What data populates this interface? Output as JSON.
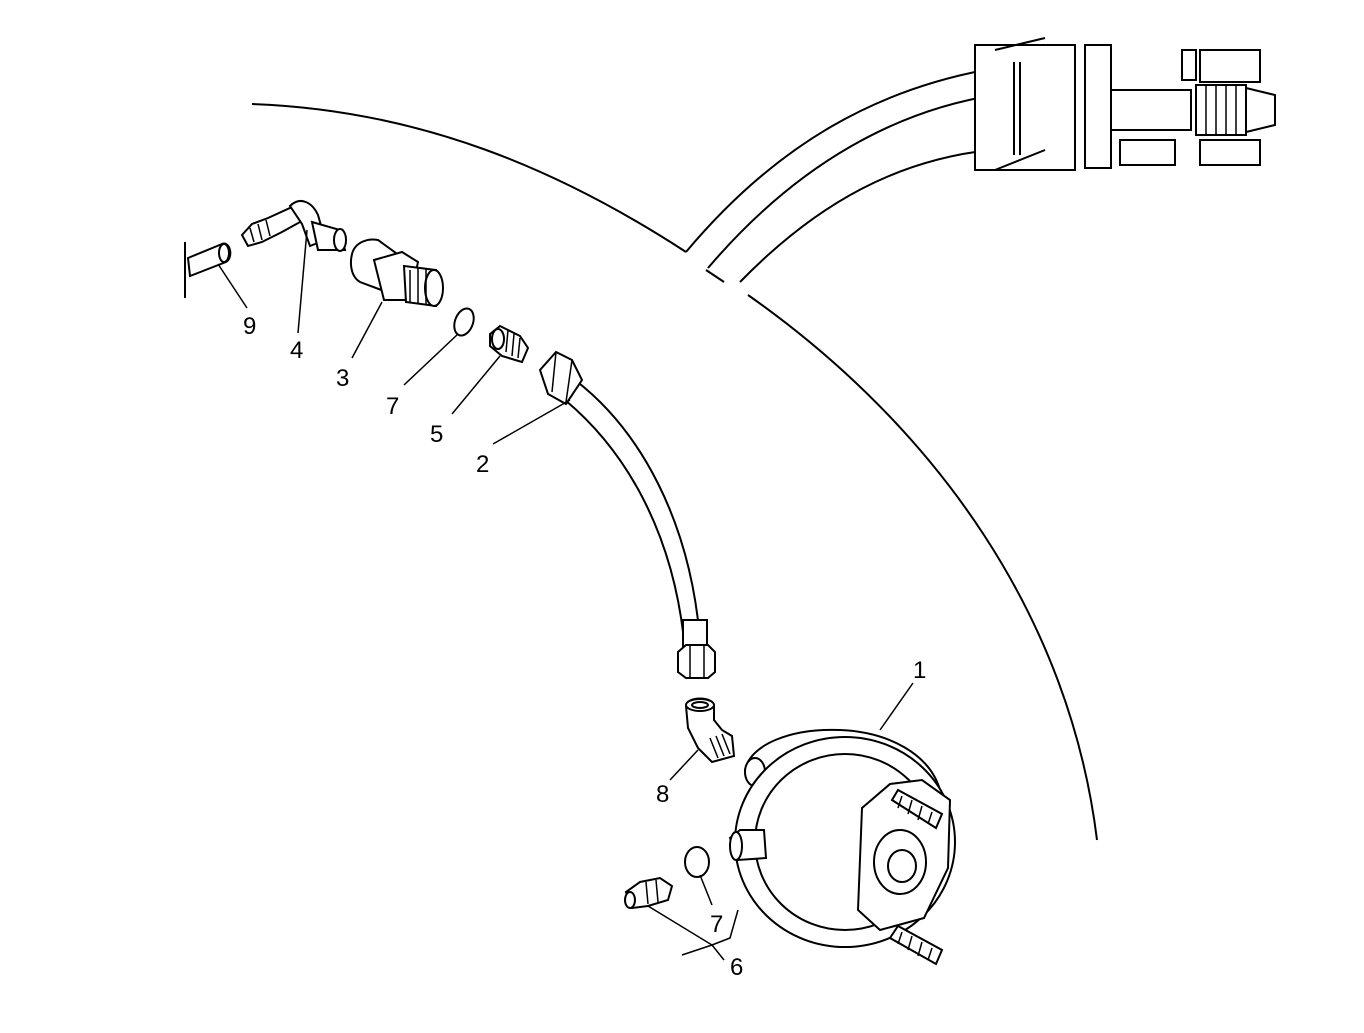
{
  "diagram": {
    "colors": {
      "line": "#000000",
      "background": "#ffffff"
    },
    "callouts": [
      {
        "id": "callout-1",
        "label": "1"
      },
      {
        "id": "callout-2",
        "label": "2"
      },
      {
        "id": "callout-3",
        "label": "3"
      },
      {
        "id": "callout-4",
        "label": "4"
      },
      {
        "id": "callout-5",
        "label": "5"
      },
      {
        "id": "callout-6",
        "label": "6"
      },
      {
        "id": "callout-7a",
        "label": "7"
      },
      {
        "id": "callout-7b",
        "label": "7"
      },
      {
        "id": "callout-8",
        "label": "8"
      },
      {
        "id": "callout-9",
        "label": "9"
      }
    ],
    "parts": [
      "brake-chamber",
      "brake-hose",
      "adapter-fitting",
      "elbow-barb-fitting",
      "straight-connector",
      "bleeder-valve",
      "o-ring",
      "elbow-fitting",
      "tube"
    ]
  }
}
